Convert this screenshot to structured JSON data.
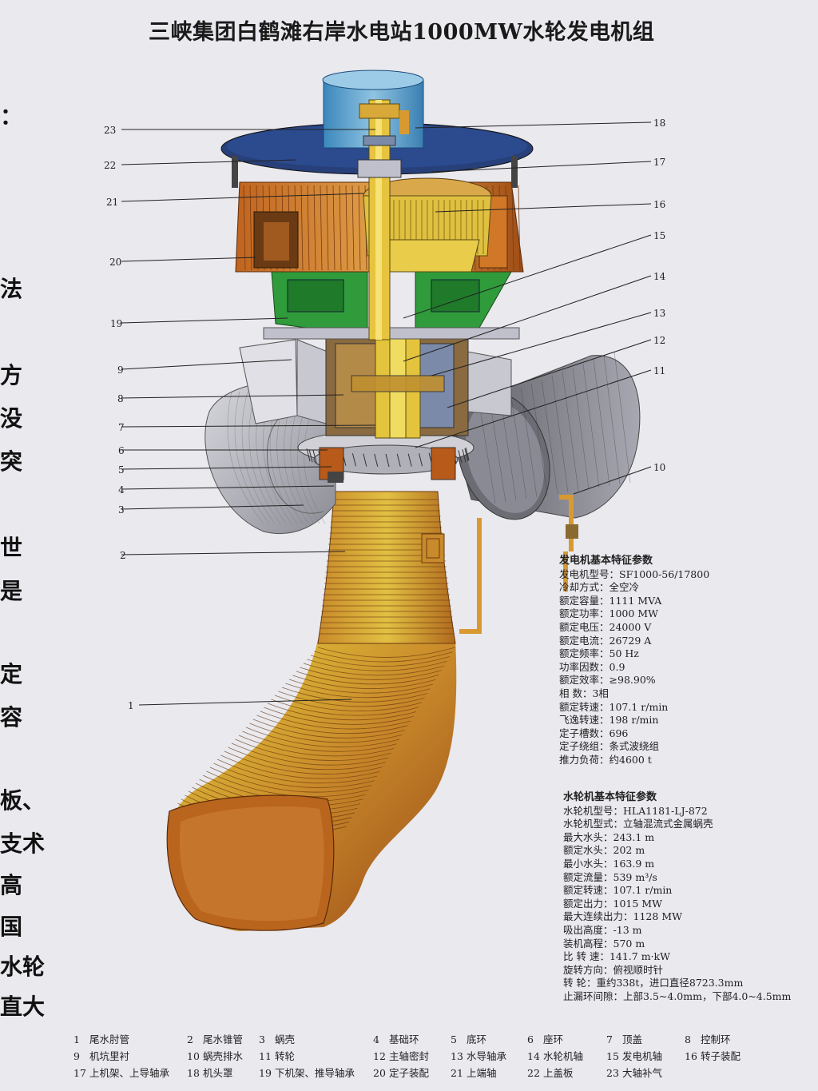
{
  "title": "三峡集团白鹤滩右岸水电站1000MW水轮发电机组",
  "side_chars": [
    "：",
    "法",
    "方",
    "没",
    "突",
    "世",
    "是",
    "定",
    "容",
    "板、",
    "支术",
    "高",
    "国",
    "水轮",
    "直大"
  ],
  "callouts": [
    "23",
    "22",
    "21",
    "20",
    "19",
    "9",
    "8",
    "7",
    "6",
    "5",
    "4",
    "3",
    "2",
    "1",
    "18",
    "17",
    "16",
    "15",
    "14",
    "13",
    "12",
    "11",
    "10"
  ],
  "generator": {
    "heading": "发电机基本特征参数",
    "rows": [
      {
        "k": "发电机型号：",
        "v": "SF1000-56/17800"
      },
      {
        "k": "冷却方式：",
        "v": "全空冷"
      },
      {
        "k": "额定容量：",
        "v": "1111 MVA"
      },
      {
        "k": "额定功率：",
        "v": "1000 MW"
      },
      {
        "k": "额定电压：",
        "v": "24000 V"
      },
      {
        "k": "额定电流：",
        "v": "26729  A"
      },
      {
        "k": "额定频率：",
        "v": "50 Hz"
      },
      {
        "k": "功率因数：",
        "v": "0.9"
      },
      {
        "k": "额定效率：",
        "v": "≥98.90%"
      },
      {
        "k": "相    数：",
        "v": "3相"
      },
      {
        "k": "额定转速：",
        "v": "107.1 r/min"
      },
      {
        "k": "飞逸转速：",
        "v": "198 r/min"
      },
      {
        "k": "定子槽数：",
        "v": "696"
      },
      {
        "k": "定子绕组：",
        "v": "条式波绕组"
      },
      {
        "k": "推力负荷：",
        "v": "约4600 t"
      }
    ]
  },
  "turbine": {
    "heading": "水轮机基本特征参数",
    "rows": [
      {
        "k": "水轮机型号：",
        "v": "HLA1181-LJ-872"
      },
      {
        "k": "水轮机型式：",
        "v": "立轴混流式金属蜗壳"
      },
      {
        "k": "最大水头：",
        "v": "243.1 m"
      },
      {
        "k": "额定水头：",
        "v": "202 m"
      },
      {
        "k": "最小水头：",
        "v": "163.9 m"
      },
      {
        "k": "额定流量：",
        "v": "539 m³/s"
      },
      {
        "k": "额定转速：",
        "v": "107.1 r/min"
      },
      {
        "k": "额定出力：",
        "v": "1015 MW"
      },
      {
        "k": "最大连续出力：",
        "v": "1128 MW"
      },
      {
        "k": "吸出高度：",
        "v": "-13 m"
      },
      {
        "k": "装机高程：",
        "v": "570 m"
      },
      {
        "k": "比  转  速：",
        "v": "141.7 m·kW"
      },
      {
        "k": "旋转方向：",
        "v": "俯视顺时针"
      },
      {
        "k": "转      轮：",
        "v": "重约338t，进口直径8723.3mm"
      },
      {
        "k": "止漏环间隙：",
        "v": "上部3.5~4.0mm，下部4.0~4.5mm"
      }
    ]
  },
  "legend": [
    {
      "n": "1",
      "t": "尾水肘管"
    },
    {
      "n": "2",
      "t": "尾水锥管"
    },
    {
      "n": "3",
      "t": "蜗壳"
    },
    {
      "n": "4",
      "t": "基础环"
    },
    {
      "n": "5",
      "t": "底环"
    },
    {
      "n": "6",
      "t": "座环"
    },
    {
      "n": "7",
      "t": "顶盖"
    },
    {
      "n": "8",
      "t": "控制环"
    },
    {
      "n": "9",
      "t": "机坑里衬"
    },
    {
      "n": "10",
      "t": "蜗壳排水"
    },
    {
      "n": "11",
      "t": "转轮"
    },
    {
      "n": "12",
      "t": "主轴密封"
    },
    {
      "n": "13",
      "t": "水导轴承"
    },
    {
      "n": "14",
      "t": "水轮机轴"
    },
    {
      "n": "15",
      "t": "发电机轴"
    },
    {
      "n": "16",
      "t": "转子装配"
    },
    {
      "n": "17",
      "t": "上机架、上导轴承"
    },
    {
      "n": "18",
      "t": "机头罩"
    },
    {
      "n": "19",
      "t": "下机架、推导轴承"
    },
    {
      "n": "20",
      "t": "定子装配"
    },
    {
      "n": "21",
      "t": "上端轴"
    },
    {
      "n": "22",
      "t": "上盖板"
    },
    {
      "n": "23",
      "t": "大轴补气"
    }
  ],
  "colors": {
    "copper": "#b9651e",
    "yellow": "#e0cd3a",
    "green": "#2f9b3a",
    "blue": "#4d8fc0",
    "steel": "#9a9aa4",
    "navy": "#27407a"
  }
}
